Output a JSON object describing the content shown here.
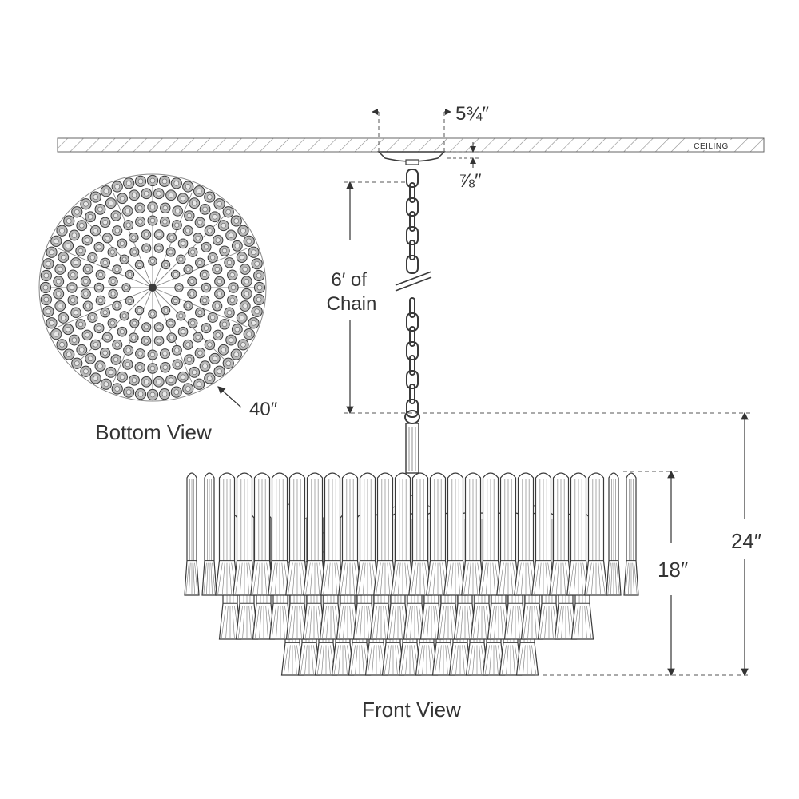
{
  "ceiling_label": "CEILING",
  "dimensions": {
    "canopy_width": "5¾″",
    "canopy_depth": "⅞″",
    "chain": "6′ of\nChain",
    "diameter": "40″",
    "fixture_height": "18″",
    "overall_height": "24″"
  },
  "views": {
    "bottom": "Bottom View",
    "front": "Front View"
  },
  "colors": {
    "line": "#3a3a3a",
    "dash": "#555555",
    "text": "#333333"
  }
}
